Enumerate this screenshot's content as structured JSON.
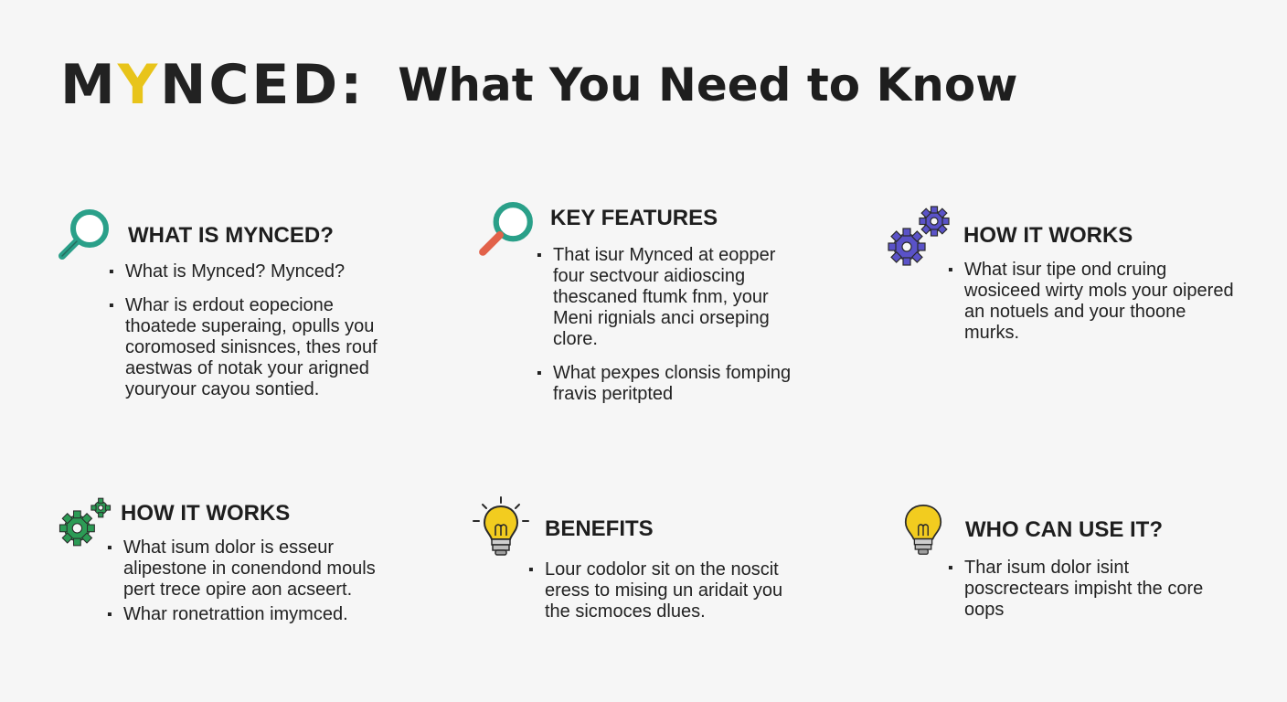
{
  "header": {
    "brand_m": "M",
    "brand_y": "Y",
    "brand_rest": "NCED:",
    "title": "What You Need to Know"
  },
  "colors": {
    "teal": "#2aa089",
    "coral": "#e2624a",
    "purple": "#5a52c8",
    "green": "#2c9b55",
    "yellow": "#f2cc1f",
    "text": "#1e1e1e"
  },
  "sections": [
    {
      "title": "WHAT IS MYNCED?",
      "icon": "magnifier-icon",
      "bullets": [
        "What is Mynced? Mynced?",
        "Whar is erdout eopecione thoatede superaing, opulls you coromosed sinisnces, thes rouf aestwas of notak your arigned youryour cayou sontied."
      ]
    },
    {
      "title": "KEY FEATURES",
      "icon": "magnifier-icon",
      "bullets": [
        "That isur Mynced at eopper four sectvour aidioscing thescaned ftumk fnm, your Meni rignials anci orseping clore.",
        "What pexpes clonsis fomping fravis peritpted"
      ]
    },
    {
      "title": "HOW IT WORKS",
      "icon": "gears-icon",
      "bullets": [
        "What isur tipe ond cruing wosiceed wirty mols your oipered an notuels and your thoone murks."
      ]
    },
    {
      "title": "HOW IT WORKS",
      "icon": "gears-icon",
      "bullets": [
        "What isum dolor is esseur alipestone in conendond mouls pert trece opire aon acseert.",
        "Whar ronetrattion imymced."
      ]
    },
    {
      "title": "BENEFITS",
      "icon": "lightbulb-icon",
      "bullets": [
        "Lour codolor sit on the noscit eress to mising un aridait you the sicmoces dlues."
      ]
    },
    {
      "title": "WHO CAN USE IT?",
      "icon": "lightbulb-icon",
      "bullets": [
        "Thar isum dolor isint poscrectears impisht the core oops"
      ]
    }
  ]
}
